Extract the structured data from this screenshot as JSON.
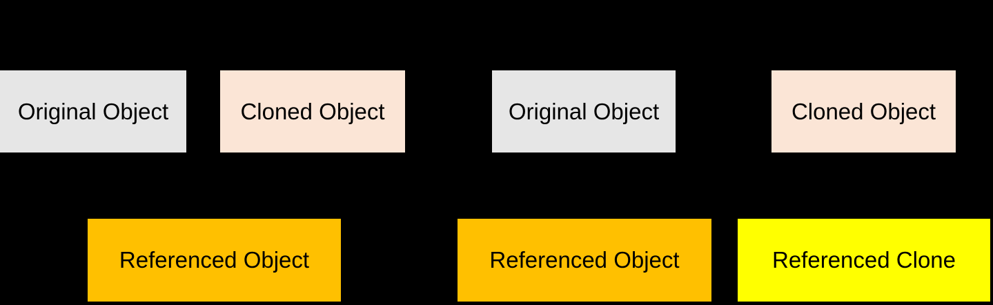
{
  "diagram": {
    "background_color": "#000000",
    "text_color": "#000000",
    "colors": {
      "original_fill": "#E6E6E6",
      "cloned_fill": "#FBE5D6",
      "referenced_fill": "#FFC000",
      "referenced_clone_fill": "#FFFF00"
    },
    "top_row": [
      {
        "label": "Original Object",
        "fill": "#E6E6E6"
      },
      {
        "label": "Cloned Object",
        "fill": "#FBE5D6"
      },
      {
        "label": "Original Object",
        "fill": "#E6E6E6"
      },
      {
        "label": "Cloned Object",
        "fill": "#FBE5D6"
      }
    ],
    "bottom_row": [
      {
        "label": "Referenced Object",
        "fill": "#FFC000"
      },
      {
        "label": "Referenced Object",
        "fill": "#FFC000"
      },
      {
        "label": "Referenced Clone",
        "fill": "#FFFF00"
      }
    ]
  }
}
